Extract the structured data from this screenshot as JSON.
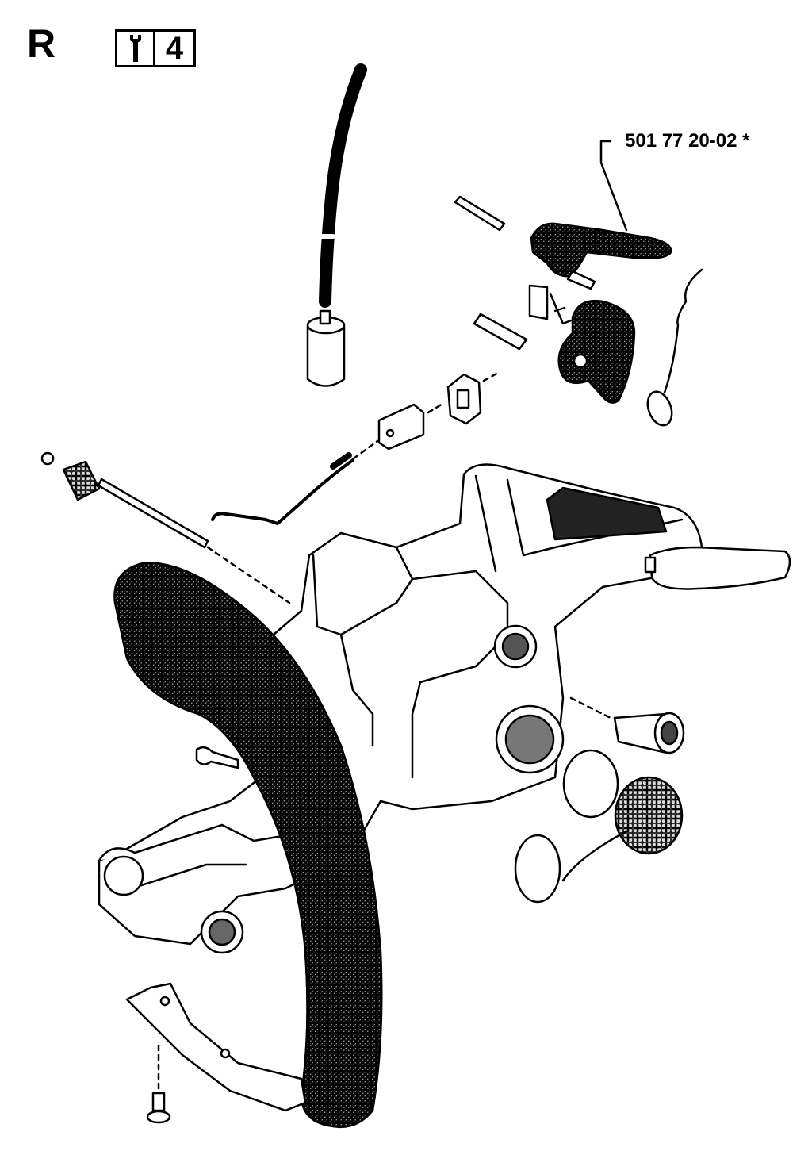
{
  "header": {
    "section_letter": "R",
    "badge_number": "4",
    "badge_icon": "wrench-icon"
  },
  "callouts": [
    {
      "label": "501 77 20-02  *"
    }
  ],
  "illustration": {
    "subject": "exploded-parts-drawing",
    "stroke_color": "#000000",
    "fill_color": "#ffffff",
    "shade_color": "#888888"
  }
}
